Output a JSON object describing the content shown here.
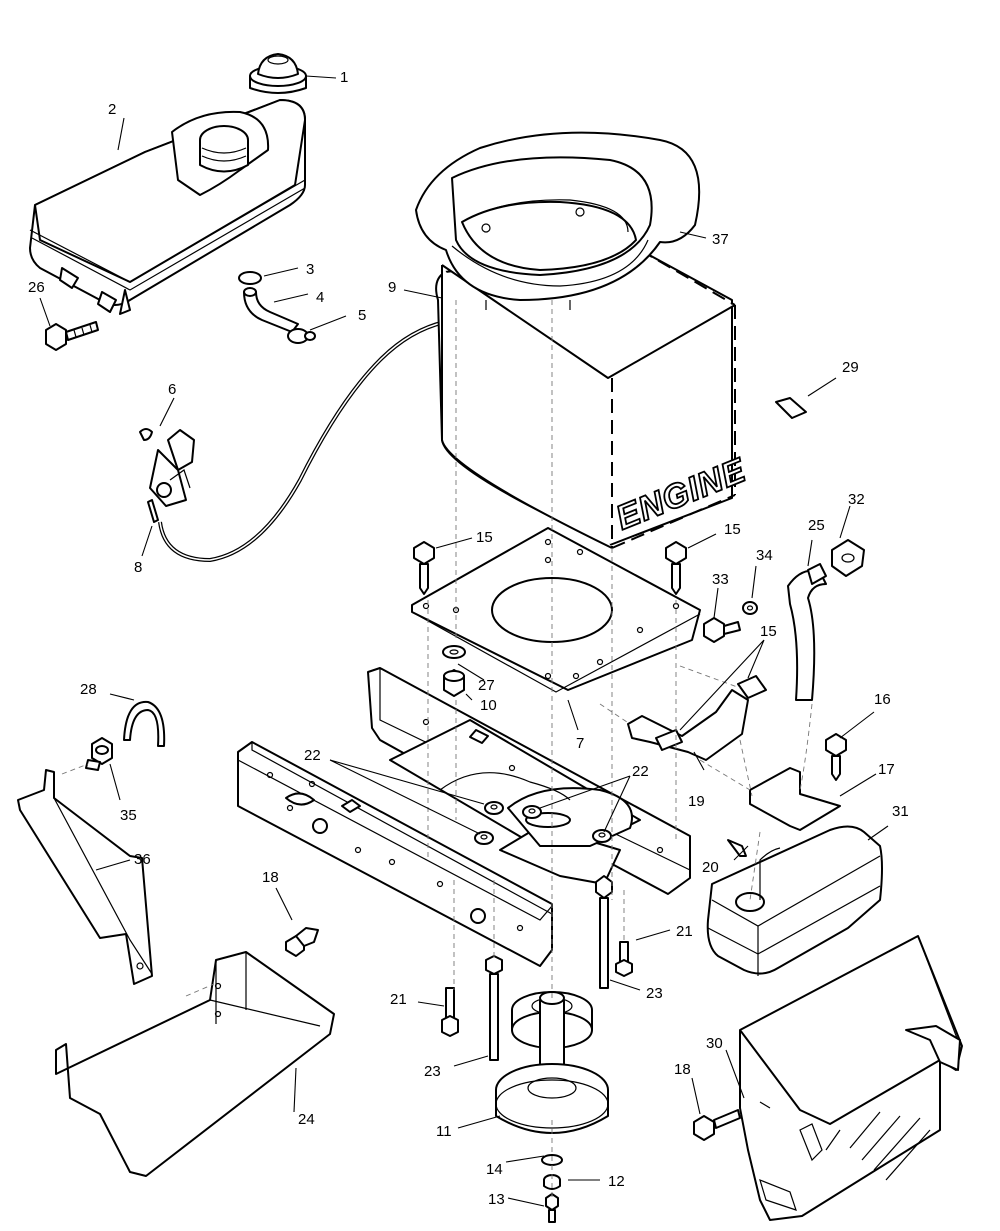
{
  "diagram": {
    "engine_label": "ENGINE",
    "callouts": [
      "1",
      "2",
      "3",
      "4",
      "5",
      "6",
      "7",
      "8",
      "9",
      "10",
      "11",
      "12",
      "13",
      "14",
      "15",
      "15",
      "15",
      "15",
      "16",
      "17",
      "18",
      "18",
      "19",
      "20",
      "21",
      "21",
      "22",
      "22",
      "23",
      "23",
      "24",
      "25",
      "26",
      "27",
      "28",
      "29",
      "30",
      "31",
      "32",
      "33",
      "34",
      "35",
      "36",
      "37"
    ]
  }
}
